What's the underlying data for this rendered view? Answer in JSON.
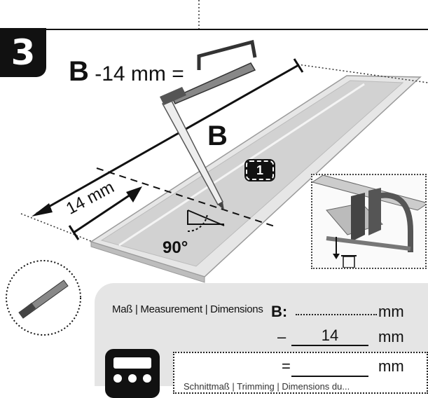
{
  "step": {
    "number": "3"
  },
  "formula": {
    "variable": "B",
    "expression": "-14 mm ="
  },
  "figure": {
    "length_label": "B",
    "measure_label": "14 mm",
    "angle_label": "90°",
    "part_number": "1"
  },
  "panel": {
    "dimensions_label": "Maß | Measurement | Dimensions",
    "row_b_label": "B:",
    "unit": "mm",
    "minus_sign": "–",
    "minus_value": "14",
    "equals_sign": "=",
    "hint": "Schnittmaß | Trimming | Dimensions du..."
  },
  "icons": [
    "saw-icon",
    "pencil-icon",
    "clamp-saw-inset-icon",
    "trash-icon",
    "saw-blade-icon",
    "calculator-icon"
  ]
}
